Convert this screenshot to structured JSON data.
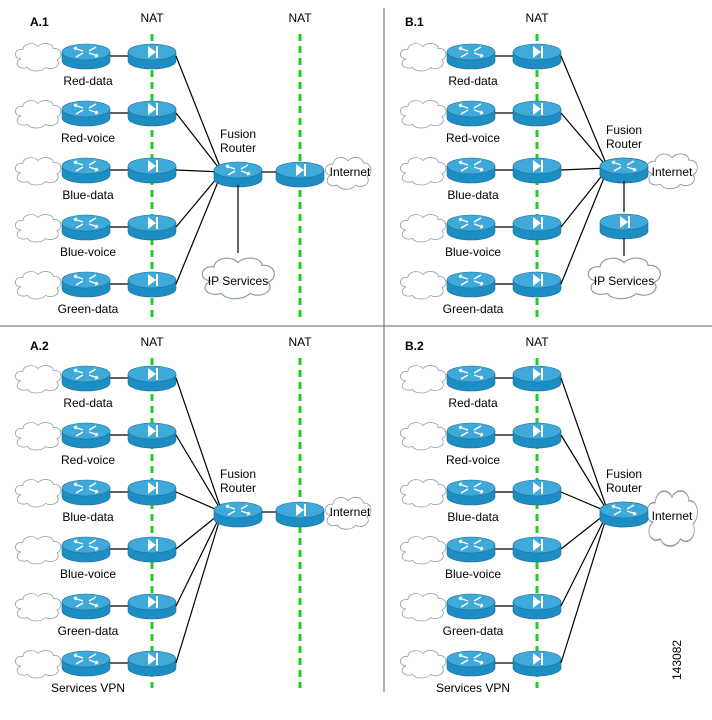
{
  "panels": [
    {
      "id": "A.1",
      "label": "A.1",
      "nat_labels": [
        "NAT",
        "NAT"
      ],
      "rows": [
        "Red-data",
        "Red-voice",
        "Blue-data",
        "Blue-voice",
        "Green-data"
      ],
      "fusion_label": [
        "Fusion",
        "Router"
      ],
      "internet_label": "Internet",
      "services_label": "IP Services"
    },
    {
      "id": "B.1",
      "label": "B.1",
      "nat_labels": [
        "NAT"
      ],
      "rows": [
        "Red-data",
        "Red-voice",
        "Blue-data",
        "Blue-voice",
        "Green-data"
      ],
      "fusion_label": [
        "Fusion",
        "Router"
      ],
      "internet_label": "Internet",
      "services_label": "IP Services"
    },
    {
      "id": "A.2",
      "label": "A.2",
      "nat_labels": [
        "NAT",
        "NAT"
      ],
      "rows": [
        "Red-data",
        "Red-voice",
        "Blue-data",
        "Blue-voice",
        "Green-data",
        "Services VPN"
      ],
      "fusion_label": [
        "Fusion",
        "Router"
      ],
      "internet_label": "Internet"
    },
    {
      "id": "B.2",
      "label": "B.2",
      "nat_labels": [
        "NAT"
      ],
      "rows": [
        "Red-data",
        "Red-voice",
        "Blue-data",
        "Blue-voice",
        "Green-data",
        "Services VPN"
      ],
      "fusion_label": [
        "Fusion",
        "Router"
      ],
      "internet_label": "Internet"
    }
  ],
  "figure_id": "143082"
}
